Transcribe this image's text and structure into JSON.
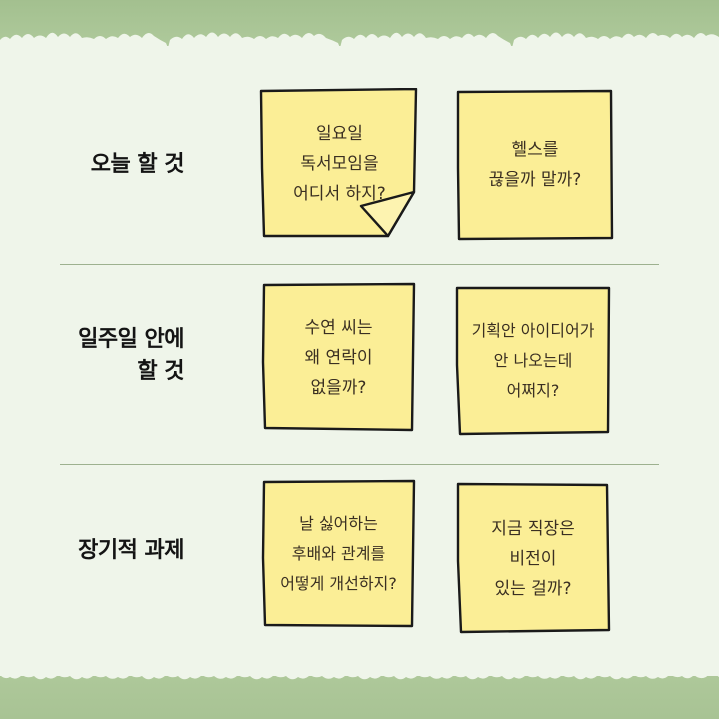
{
  "colors": {
    "background_green": "#aac597",
    "paper": "#eff5ea",
    "note_yellow": "#fbee96",
    "note_outline": "#1a1a1a",
    "divider": "#9db18f",
    "label_text": "#141414"
  },
  "rows": [
    {
      "label": "오늘 할 것",
      "notes": [
        {
          "text": "일요일\n독서모임을\n어디서 하지?",
          "folded_corner": true
        },
        {
          "text": "헬스를\n끊을까 말까?",
          "folded_corner": false
        }
      ]
    },
    {
      "label": "일주일 안에\n할 것",
      "notes": [
        {
          "text": "수연 씨는\n왜 연락이\n없을까?",
          "folded_corner": false
        },
        {
          "text": "기획안 아이디어가\n안 나오는데\n어쩌지?",
          "folded_corner": false
        }
      ]
    },
    {
      "label": "장기적 과제",
      "notes": [
        {
          "text": "날 싫어하는\n후배와 관계를\n어떻게 개선하지?",
          "folded_corner": false
        },
        {
          "text": "지금 직장은\n비전이\n있는 걸까?",
          "folded_corner": false
        }
      ]
    }
  ]
}
